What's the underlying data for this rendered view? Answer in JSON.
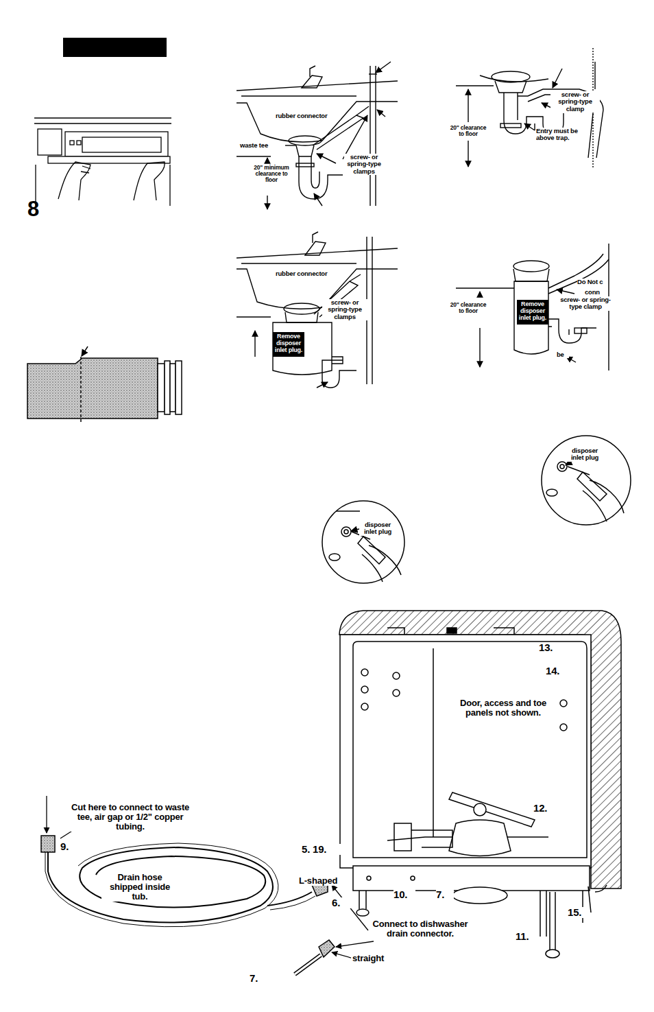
{
  "diagram": {
    "nodes": [
      {
        "text": [
          "Remove disposer inlet plug."
        ]
      },
      {
        "text": [
          "Remove disposer inlet plug."
        ]
      }
    ],
    "labels": [
      "8",
      "rubber connector",
      "waste tee",
      "screw- or spring-type clamps",
      "20\" minimum clearance to floor",
      "screw- or spring-type clamp",
      "20\" clearance to floor",
      "Entry must be above trap.",
      "rubber connector",
      "screw- or spring-type clamps",
      "Do Not c",
      "conn",
      "screw- or spring-type clamp",
      "20\" clearance to floor",
      "be",
      "disposer inlet plug",
      "disposer inlet plug",
      "13.",
      "14.",
      "Door, access and toe panels not shown.",
      "12.",
      "Cut here to connect to waste tee, air gap or 1/2\" copper tubing.",
      "9.",
      "5. 19.",
      "Drain hose shipped inside tub.",
      "L-shaped",
      "6.",
      "10.",
      "7.",
      "Connect to dishwasher drain connector.",
      "15.",
      "11.",
      "straight",
      "7."
    ]
  }
}
